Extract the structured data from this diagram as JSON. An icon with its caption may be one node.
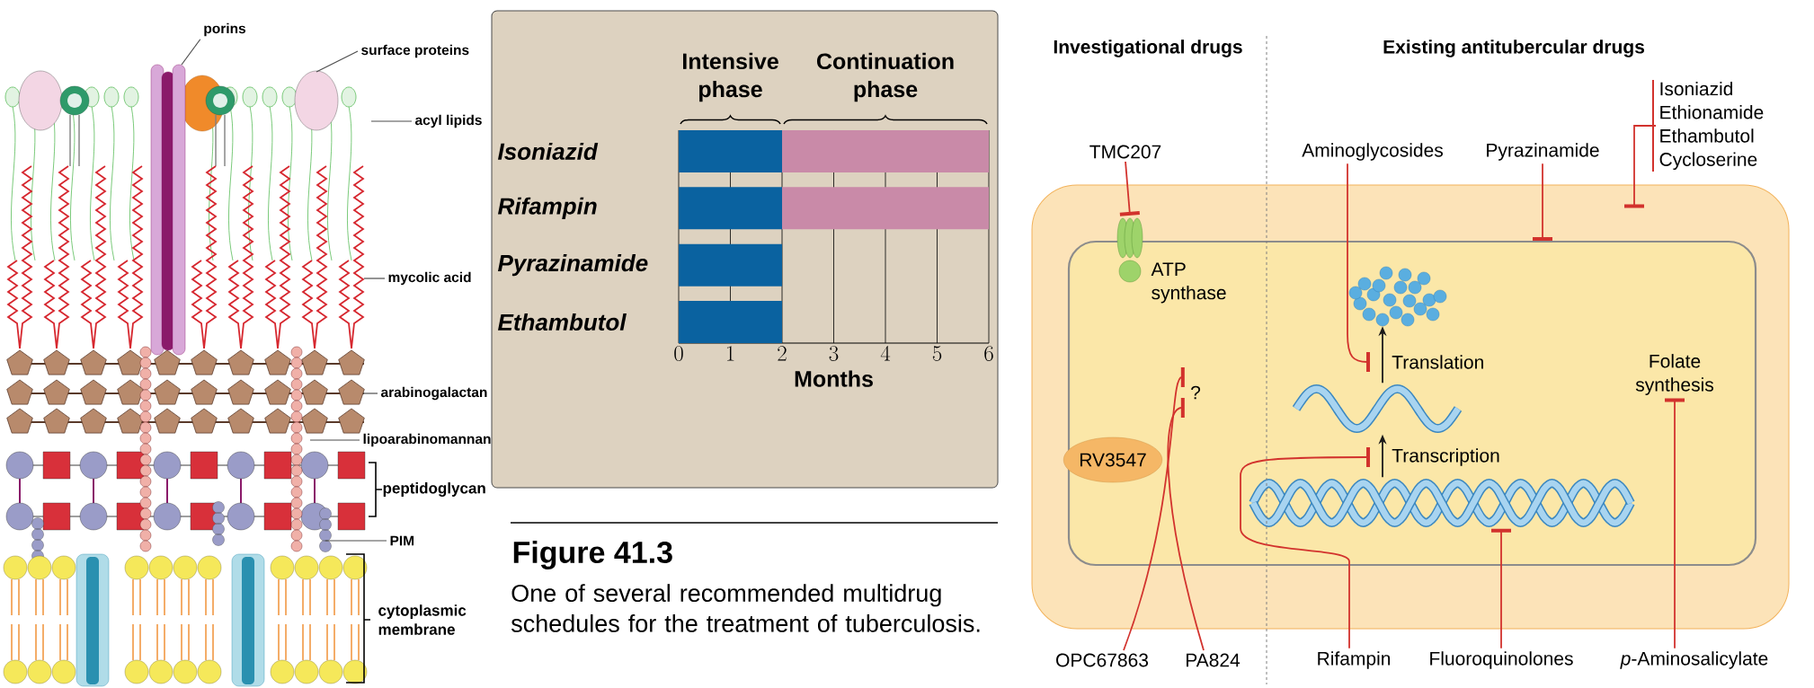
{
  "diagram": {
    "caption": "One of several recommended multidrug schedules for the treatment of tuberculosis.",
    "nodes": [
      {
        "text": [
          "porins"
        ]
      },
      {
        "text": [
          "surface proteins"
        ]
      },
      {
        "text": [
          "acyl lipids"
        ]
      },
      {
        "text": [
          "mycolic acid"
        ]
      },
      {
        "text": [
          "arabinogalactan"
        ]
      },
      {
        "text": [
          "lipoarabinomannan"
        ]
      },
      {
        "text": [
          "PIM"
        ]
      },
      {
        "text": [
          "TMC207"
        ]
      },
      {
        "text": [
          "Aminoglycosides"
        ]
      },
      {
        "text": [
          "Pyrazinamide"
        ]
      },
      {
        "text": [
          "Isoniazid",
          "Ethionamide",
          "Ethambutol",
          "Cycloserine"
        ]
      },
      {
        "text": [],
        "shape": "box"
      },
      {
        "text": [],
        "shape": "box",
        "in": 11
      },
      {
        "text": [],
        "shape": "picture",
        "beside": [
          "ATP synthase"
        ],
        "in": 11
      },
      {
        "text": [],
        "shape": "picture",
        "in": 12
      },
      {
        "text": [
          "Translation"
        ],
        "in": 12
      },
      {
        "text": [],
        "shape": "picture",
        "in": 12
      },
      {
        "text": [
          "Transcription"
        ],
        "in": 12
      },
      {
        "text": [],
        "shape": "picture",
        "in": 12
      },
      {
        "text": [
          "RV3547"
        ],
        "in": 12
      },
      {
        "text": [
          "?"
        ],
        "in": 12
      },
      {
        "text": [
          "Folate synthesis"
        ],
        "in": 12
      },
      {
        "text": [
          "OPC67863"
        ]
      },
      {
        "text": [
          "PA824"
        ]
      },
      {
        "text": [
          "Rifampin"
        ]
      },
      {
        "text": [
          "Fluoroquinolones"
        ]
      },
      {
        "text": [
          "*p*-Aminosalicylate"
        ]
      }
    ],
    "edges": [
      {
        "from": 0,
        "to": null,
        "arrow": "none",
        "color": "#4c4c4c"
      },
      {
        "from": 1,
        "to": null,
        "arrow": "none",
        "color": "#4c4c4c"
      },
      {
        "from": 2,
        "to": null,
        "arrow": "none",
        "color": "#4c4c4c"
      },
      {
        "from": 3,
        "to": null,
        "arrow": "none",
        "color": "#4c4c4c"
      },
      {
        "from": 4,
        "to": null,
        "arrow": "none",
        "color": "#4c4c4c"
      },
      {
        "from": 5,
        "to": null,
        "arrow": "none",
        "color": "#4c4c4c"
      },
      {
        "from": 6,
        "to": null,
        "arrow": "none",
        "color": "#4c4c4c"
      },
      {
        "from": 7,
        "to": 13,
        "arrow": "other"
      },
      {
        "from": 8,
        "to": 15,
        "arrow": "other"
      },
      {
        "from": 9,
        "to": 12,
        "arrow": "other"
      },
      {
        "from": 10,
        "to": 11,
        "arrow": "other"
      },
      {
        "from": 22,
        "to": 20,
        "arrow": "other"
      },
      {
        "from": 23,
        "to": 20,
        "arrow": "other"
      },
      {
        "from": 24,
        "to": 17,
        "arrow": "other"
      },
      {
        "from": 25,
        "to": 18,
        "arrow": "other"
      },
      {
        "from": 26,
        "to": 21,
        "arrow": "other"
      },
      {
        "from": 16,
        "to": 14,
        "arrow": "to",
        "color": "#1a1a1a"
      },
      {
        "from": 18,
        "to": 16,
        "arrow": "to",
        "color": "#1a1a1a"
      }
    ],
    "labels": [
      "peptidoglycan",
      "cytoplasmic membrane",
      "Figure 41.3",
      "Investigational drugs",
      "Existing antitubercular drugs"
    ],
    "chart_data": {
      "type": "bar",
      "orientation": "horizontal",
      "stacked": true,
      "xlabel": "Months",
      "categories": [
        "Isoniazid",
        "Rifampin",
        "Pyrazinamide",
        "Ethambutol"
      ],
      "series": [
        {
          "color": "#0a62a0",
          "values": [
            2,
            2,
            2,
            2
          ]
        },
        {
          "color": "#c98aa8",
          "values": [
            4,
            4,
            null,
            null
          ]
        }
      ],
      "xlim": [
        0,
        6
      ],
      "xticks": [
        0,
        1,
        2,
        3,
        4,
        5,
        6
      ],
      "annotations": [
        "Intensive phase",
        "Continuation phase"
      ],
      "grid": true
    }
  }
}
